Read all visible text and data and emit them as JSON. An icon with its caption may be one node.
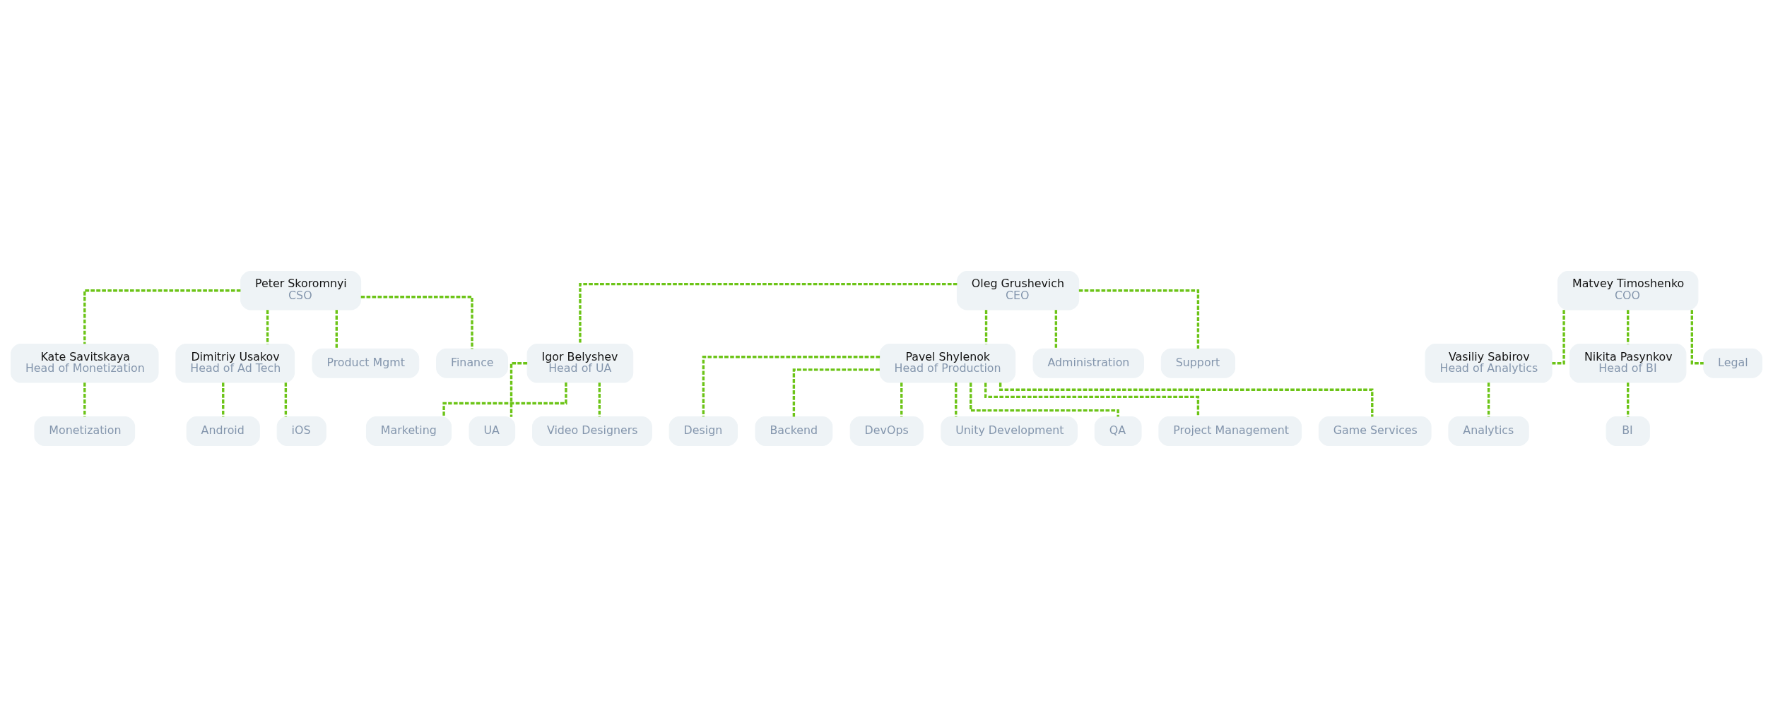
{
  "diagram": {
    "nodes": [
      {
        "text": [
          "Peter Skoromnyi",
          "CSO"
        ]
      },
      {
        "text": [
          "Oleg Grushevich",
          "CEO"
        ]
      },
      {
        "text": [
          "Matvey Timoshenko",
          "COO"
        ]
      },
      {
        "text": [
          "Kate Savitskaya",
          "Head of Monetization"
        ]
      },
      {
        "text": [
          "Dimitriy Usakov",
          "Head of Ad Tech"
        ]
      },
      {
        "text": [
          "Igor Belyshev",
          "Head of UA"
        ]
      },
      {
        "text": [
          "Pavel Shylenok",
          "Head of Production"
        ]
      },
      {
        "text": [
          "Vasiliy Sabirov",
          "Head of Analytics"
        ]
      },
      {
        "text": [
          "Nikita Pasynkov",
          "Head of BI"
        ]
      },
      {
        "text": [
          "Product Mgmt"
        ]
      },
      {
        "text": [
          "Monetization"
        ]
      },
      {
        "text": [
          "Android"
        ]
      },
      {
        "text": [
          "Finance"
        ]
      },
      {
        "text": [
          "Administration"
        ]
      },
      {
        "text": [
          "Support"
        ]
      },
      {
        "text": [
          "Analytics"
        ]
      },
      {
        "text": [
          "BI"
        ]
      },
      {
        "text": [
          "Legal"
        ]
      },
      {
        "text": [
          "iOS"
        ]
      },
      {
        "text": [
          "Marketing"
        ]
      },
      {
        "text": [
          "Design"
        ]
      },
      {
        "text": [
          "Backend"
        ]
      },
      {
        "text": [
          "UA"
        ]
      },
      {
        "text": [
          "DevOps"
        ]
      },
      {
        "text": [
          "Unity Development"
        ]
      },
      {
        "text": [
          "Video Designers"
        ]
      },
      {
        "text": [
          "QA"
        ]
      },
      {
        "text": [
          "Project Management"
        ]
      },
      {
        "text": [
          "Game Services"
        ]
      }
    ],
    "edges": [
      {
        "from": 0,
        "to": 9,
        "arrow": "none",
        "style": "dashed"
      },
      {
        "from": 0,
        "to": 3,
        "arrow": "none",
        "style": "dashed"
      },
      {
        "from": 0,
        "to": 4,
        "arrow": "none",
        "style": "dashed"
      },
      {
        "from": 0,
        "to": 12,
        "arrow": "none",
        "style": "dashed"
      },
      {
        "from": 1,
        "to": 5,
        "arrow": "none",
        "style": "dashed"
      },
      {
        "from": 1,
        "to": 13,
        "arrow": "none",
        "style": "dashed"
      },
      {
        "from": 1,
        "to": 6,
        "arrow": "none",
        "style": "dashed"
      },
      {
        "from": 1,
        "to": 14,
        "arrow": "none",
        "style": "dashed"
      },
      {
        "from": 2,
        "to": 7,
        "arrow": "none",
        "style": "dashed"
      },
      {
        "from": 2,
        "to": 8,
        "arrow": "none",
        "style": "dashed"
      },
      {
        "from": 2,
        "to": 17,
        "arrow": "none",
        "style": "dashed"
      },
      {
        "from": 3,
        "to": 10,
        "arrow": "none",
        "style": "dashed"
      },
      {
        "from": 4,
        "to": 11,
        "arrow": "none",
        "style": "dashed"
      },
      {
        "from": 4,
        "to": 18,
        "arrow": "none",
        "style": "dashed"
      },
      {
        "from": 5,
        "to": 19,
        "arrow": "none",
        "style": "dashed"
      },
      {
        "from": 5,
        "to": 22,
        "arrow": "none",
        "style": "dashed"
      },
      {
        "from": 5,
        "to": 25,
        "arrow": "none",
        "style": "dashed"
      },
      {
        "from": 6,
        "to": 20,
        "arrow": "none",
        "style": "dashed"
      },
      {
        "from": 6,
        "to": 23,
        "arrow": "none",
        "style": "dashed"
      },
      {
        "from": 6,
        "to": 26,
        "arrow": "none",
        "style": "dashed"
      },
      {
        "from": 6,
        "to": 21,
        "arrow": "none",
        "style": "dashed"
      },
      {
        "from": 6,
        "to": 24,
        "arrow": "none",
        "style": "dashed"
      },
      {
        "from": 6,
        "to": 27,
        "arrow": "none",
        "style": "dashed"
      },
      {
        "from": 6,
        "to": 28,
        "arrow": "none",
        "style": "dashed"
      },
      {
        "from": 7,
        "to": 15,
        "arrow": "none",
        "style": "dashed"
      },
      {
        "from": 8,
        "to": 16,
        "arrow": "none",
        "style": "dashed"
      }
    ]
  }
}
